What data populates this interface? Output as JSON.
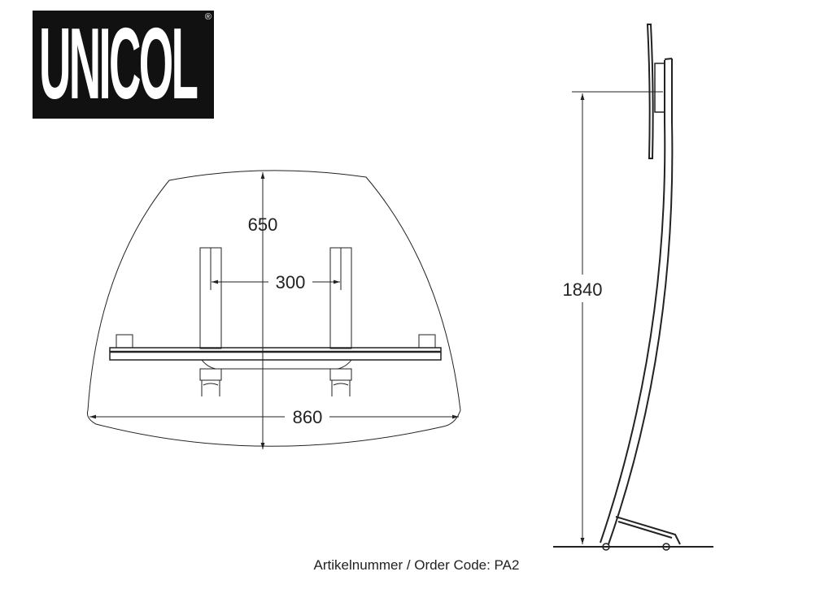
{
  "logo": {
    "text": "UNICOL",
    "registered_mark": "®"
  },
  "top_view": {
    "depth_label": "650",
    "upright_spacing_label": "300",
    "width_label": "860"
  },
  "side_view": {
    "height_label": "1840"
  },
  "caption": "Artikelnummer / Order Code: PA2"
}
